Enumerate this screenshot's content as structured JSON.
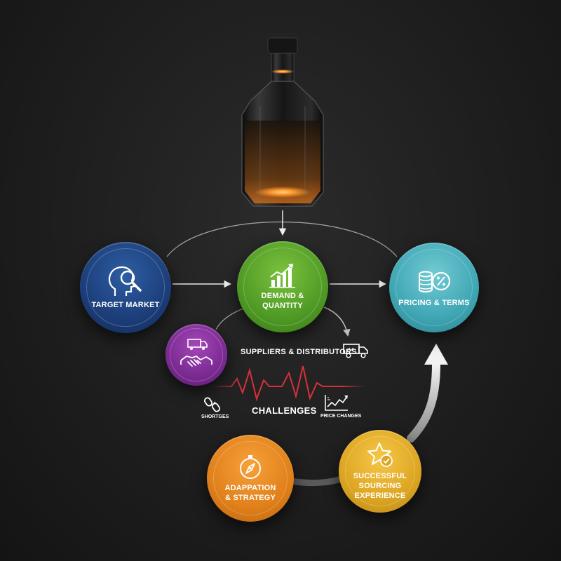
{
  "nodes": {
    "target_market": "TARGET MARKET",
    "demand_quantity": "DEMAND &\nQUANTITY",
    "pricing_terms": "PRICING & TERMS",
    "suppliers_distributors": "SUPPLIERS & DISTRIBUTORS",
    "adaptation_strategy": "ADAPPATION\n& STRATEGY",
    "successful_sourcing": "SUCCESSFUL\nSOURCING\nEXPERIENCE"
  },
  "challenges": {
    "title": "CHALLENGES",
    "shortages": "SHORTGES",
    "price_changes": "PRICE CHANGES"
  },
  "icons": {
    "bottle": "liquor-bottle-icon",
    "target_market": "head-magnifier-icon",
    "demand_quantity": "bar-chart-growth-icon",
    "pricing_terms": "coins-percent-icon",
    "suppliers": "truck-handshake-icon",
    "truck": "delivery-truck-icon",
    "shortages": "broken-chain-icon",
    "price_changes": "line-chart-icon",
    "adaptation": "compass-icon",
    "success": "star-check-icon"
  },
  "colors": {
    "target_market": "#1c3e7a",
    "demand_quantity": "#4f9a25",
    "pricing_terms": "#3fa6b4",
    "suppliers": "#7b2a92",
    "adaptation": "#e0801a",
    "success": "#dca521",
    "challenge_line": "#d8303a",
    "bottle_glow": "#ff9a2e"
  }
}
